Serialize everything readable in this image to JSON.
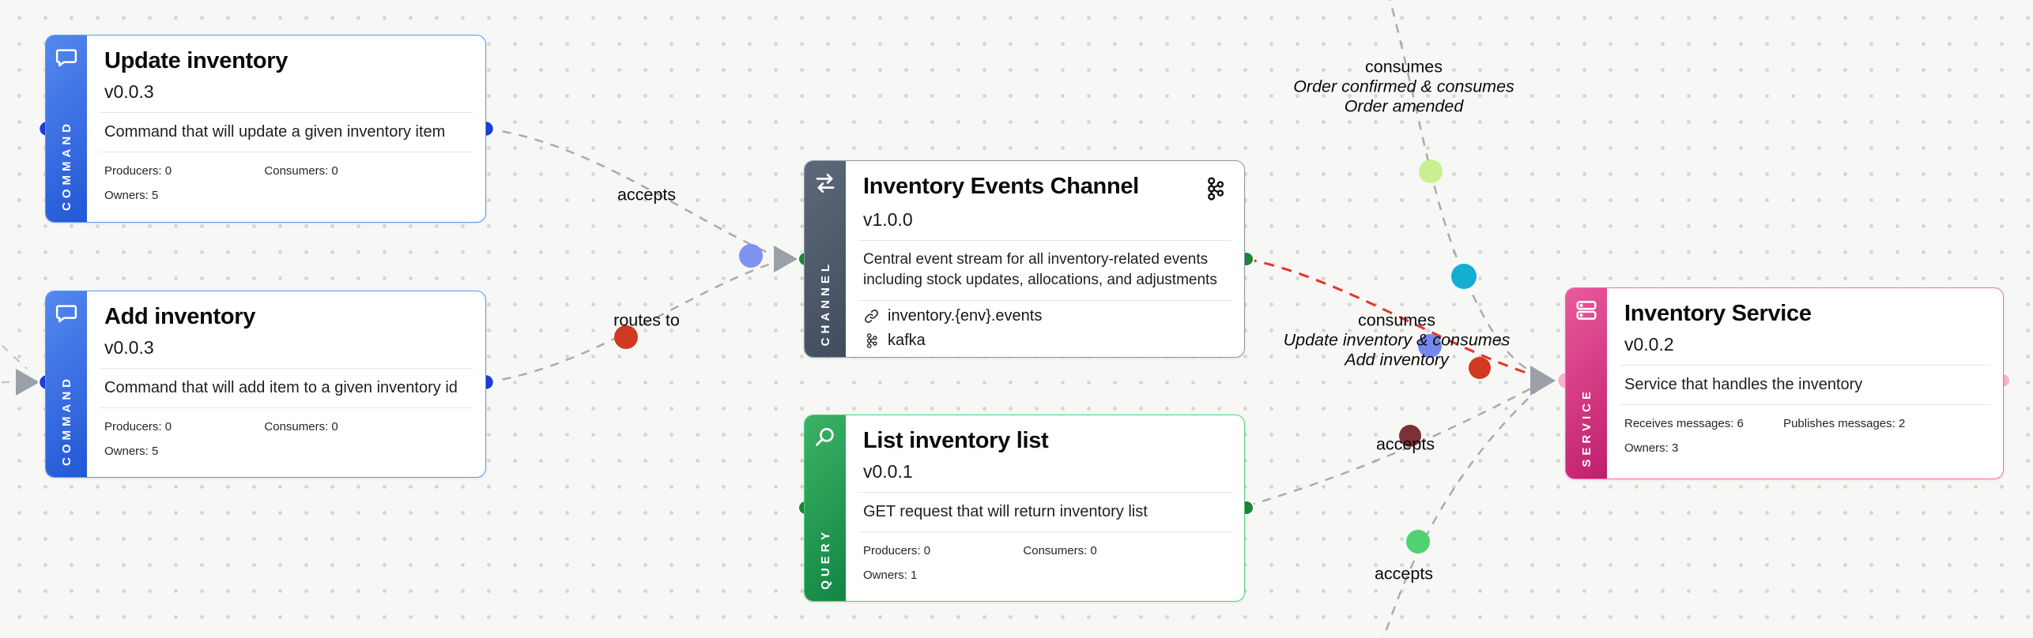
{
  "canvas": {
    "background_color": "#f7f7f5",
    "grid_dot_color": "#d8d5d0"
  },
  "colors": {
    "command_accent": "#2257d6",
    "command_border": "#5b96f7",
    "command_handle": "#1d3dd8",
    "channel_accent": "#414d5e",
    "channel_border": "#8b97a5",
    "channel_handle": "#1d8435",
    "query_accent": "#138544",
    "query_border": "#53d07e",
    "query_handle": "#1d8435",
    "service_accent": "#c01e6d",
    "service_border": "#f16cb0",
    "service_handle": "#f9b3cc",
    "edge_gray": "#ababab",
    "edge_red": "#e5332a",
    "arrowhead": "#9aa0a8",
    "dot_blue": "#7e92f0",
    "dot_red": "#d03a22",
    "dot_lime": "#c9ef91",
    "dot_teal": "#14aed3",
    "dot_maroon": "#7c3137",
    "dot_green": "#4fd26f"
  },
  "nodes": {
    "update_inventory": {
      "type": "COMMAND",
      "title": "Update inventory",
      "version": "v0.0.3",
      "description": "Command that will update a given inventory item",
      "producers": "Producers: 0",
      "consumers": "Consumers: 0",
      "owners": "Owners: 5"
    },
    "add_inventory": {
      "type": "COMMAND",
      "title": "Add inventory",
      "version": "v0.0.3",
      "description": "Command that will add item to a given inventory id",
      "producers": "Producers: 0",
      "consumers": "Consumers: 0",
      "owners": "Owners: 5"
    },
    "inventory_events_channel": {
      "type": "CHANNEL",
      "title": "Inventory Events Channel",
      "version": "v1.0.0",
      "description": "Central event stream for all inventory-related events including stock updates, allocations, and adjustments",
      "address": "inventory.{env}.events",
      "protocol": "kafka"
    },
    "list_inventory_list": {
      "type": "QUERY",
      "title": "List inventory list",
      "version": "v0.0.1",
      "description": "GET request that will return inventory list",
      "producers": "Producers: 0",
      "consumers": "Consumers: 0",
      "owners": "Owners: 1"
    },
    "inventory_service": {
      "type": "SERVICE",
      "title": "Inventory Service",
      "version": "v0.0.2",
      "description": "Service that handles the inventory",
      "receives": "Receives messages: 6",
      "publishes": "Publishes messages: 2",
      "owners": "Owners: 3"
    }
  },
  "edge_labels": {
    "accepts_update": "accepts",
    "routes_to": "routes to",
    "consumes_orders": {
      "line1": "consumes",
      "line2": "Order confirmed & consumes",
      "line3": "Order amended"
    },
    "consumes_inventory": {
      "line1": "consumes",
      "line2": "Update inventory & consumes",
      "line3": "Add inventory"
    },
    "accepts_query": "accepts",
    "accepts_bottom": "accepts"
  }
}
